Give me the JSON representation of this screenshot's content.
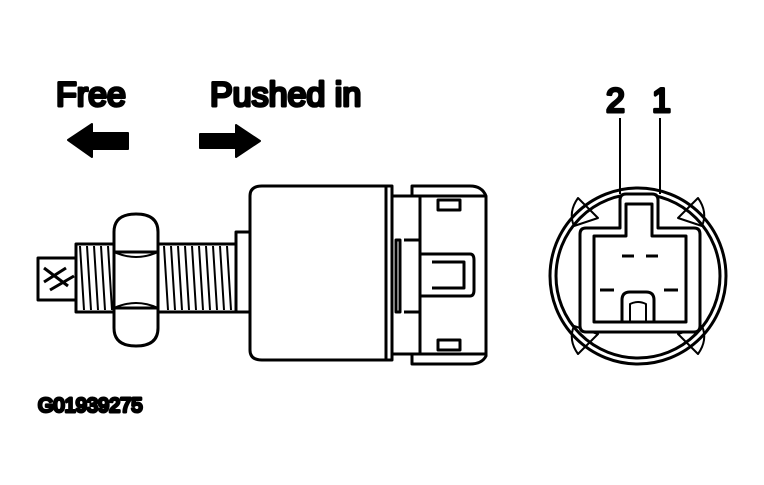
{
  "labels": {
    "free": "Free",
    "pushed_in": "Pushed in",
    "terminal_2": "2",
    "terminal_1": "1",
    "figure_code": "G01939275"
  },
  "colors": {
    "ink": "#000000",
    "paper": "#ffffff"
  }
}
